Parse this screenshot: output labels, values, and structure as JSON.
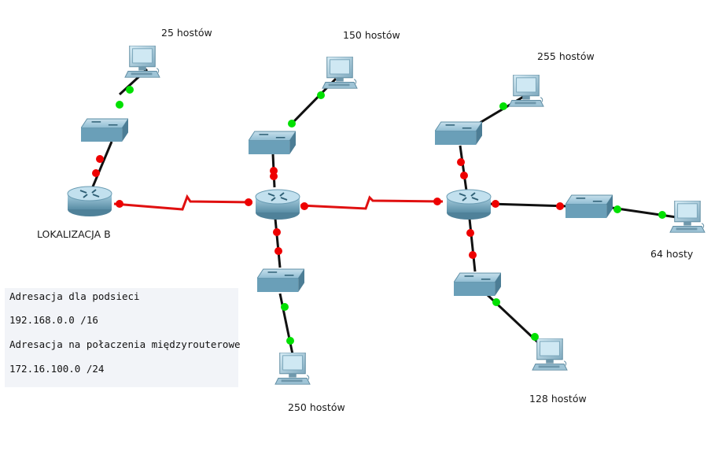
{
  "hosts": {
    "h1": "25 hostów",
    "h2": "150 hostów",
    "h3": "255 hostów",
    "h4": "64 hosty",
    "h5": "250 hostów",
    "h6": "128 hostów"
  },
  "router_label": "LOKALIZACJA B",
  "note": {
    "line1": "Adresacja dla podsieci",
    "line2": "192.168.0.0 /16",
    "line3": "Adresacja na połaczenia międzyrouterowe",
    "line4": "172.16.100.0 /24"
  },
  "colors": {
    "link_ok": "#00e000",
    "link_down": "#ee0000",
    "serial": "#e01010",
    "cable": "#111111"
  }
}
